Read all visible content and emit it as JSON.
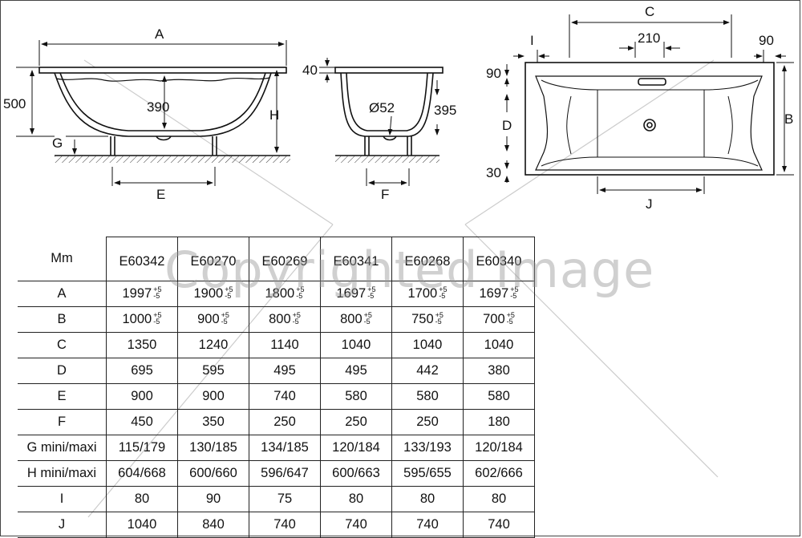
{
  "diagram": {
    "side_view": {
      "dim_A": "A",
      "dim_500": "500",
      "dim_390": "390",
      "dim_H": "H",
      "dim_G": "G",
      "dim_E": "E"
    },
    "end_view": {
      "dim_40": "40",
      "dim_52": "Ø52",
      "dim_395": "395",
      "dim_F": "F"
    },
    "top_view": {
      "dim_C": "C",
      "dim_210": "210",
      "dim_I": "I",
      "dim_90_right": "90",
      "dim_90_left": "90",
      "dim_D": "D",
      "dim_30": "30",
      "dim_B": "B",
      "dim_J": "J"
    }
  },
  "table": {
    "corner": "Mm",
    "models": [
      "E60342",
      "E60270",
      "E60269",
      "E60341",
      "E60268",
      "E60340"
    ],
    "rows": [
      {
        "label": "A",
        "values": [
          "1997",
          "1900",
          "1800",
          "1697",
          "1700",
          "1697"
        ],
        "tol_plus": "+5",
        "tol_minus": "-5"
      },
      {
        "label": "B",
        "values": [
          "1000",
          "900",
          "800",
          "800",
          "750",
          "700"
        ],
        "tol_plus": "+5",
        "tol_minus": "-5"
      },
      {
        "label": "C",
        "values": [
          "1350",
          "1240",
          "1140",
          "1040",
          "1040",
          "1040"
        ]
      },
      {
        "label": "D",
        "values": [
          "695",
          "595",
          "495",
          "495",
          "442",
          "380"
        ]
      },
      {
        "label": "E",
        "values": [
          "900",
          "900",
          "740",
          "580",
          "580",
          "580"
        ]
      },
      {
        "label": "F",
        "values": [
          "450",
          "350",
          "250",
          "250",
          "250",
          "180"
        ]
      },
      {
        "label": "G mini/maxi",
        "values": [
          "115/179",
          "130/185",
          "134/185",
          "120/184",
          "133/193",
          "120/184"
        ]
      },
      {
        "label": "H mini/maxi",
        "values": [
          "604/668",
          "600/660",
          "596/647",
          "600/663",
          "595/655",
          "602/666"
        ]
      },
      {
        "label": "I",
        "values": [
          "80",
          "90",
          "75",
          "80",
          "80",
          "80"
        ]
      },
      {
        "label": "J",
        "values": [
          "1040",
          "840",
          "740",
          "740",
          "740",
          "740"
        ]
      }
    ]
  },
  "watermark": "Copyrighted Image"
}
